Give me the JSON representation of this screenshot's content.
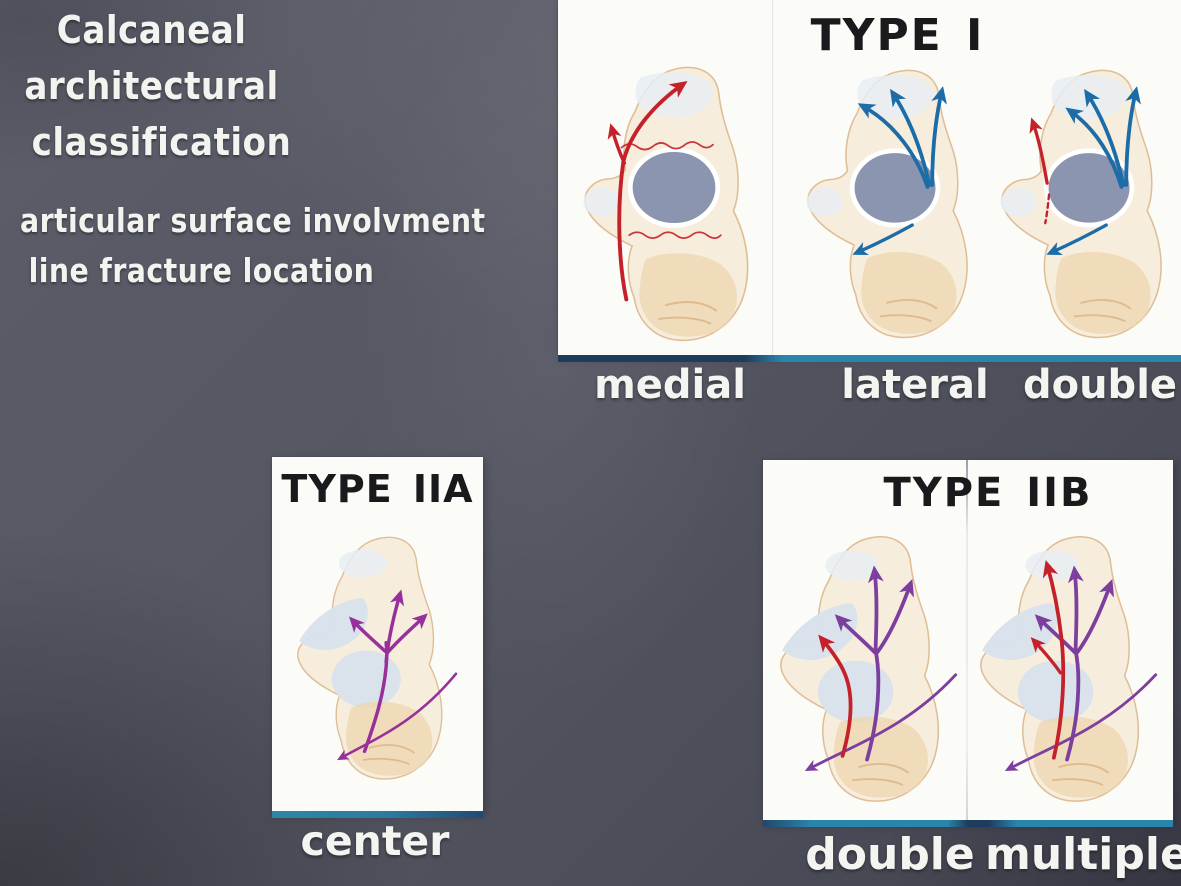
{
  "slide": {
    "heading": {
      "lines": [
        "Calcaneal",
        "architectural",
        "classification"
      ]
    },
    "subheading": {
      "lines": [
        "articular surface involvment",
        "line fracture location"
      ]
    }
  },
  "panels": {
    "type1": {
      "title": "TYPE I",
      "variants": [
        {
          "label": "medial",
          "fracture_lines": "red"
        },
        {
          "label": "lateral",
          "fracture_lines": "blue"
        },
        {
          "label": "double",
          "fracture_lines": "red+blue"
        }
      ]
    },
    "type2a": {
      "title": "TYPE IIA",
      "variants": [
        {
          "label": "center",
          "fracture_lines": "purple"
        }
      ]
    },
    "type2b": {
      "title": "TYPE IIB",
      "variants": [
        {
          "label": "double",
          "fracture_lines": "purple+red"
        },
        {
          "label": "multiple",
          "fracture_lines": "purple+red"
        }
      ]
    }
  },
  "colors": {
    "background": "#545662",
    "panel": "#fbfbf8",
    "panel_baseline_teal": "#2a85ad",
    "panel_baseline_navy": "#1e3c5e",
    "chalk_text": "#f3f4f0",
    "panel_title_text": "#1a1a1d",
    "fracture_red": "#c5212b",
    "fracture_blue": "#1c6ca8",
    "fracture_purple_iia": "#97309b",
    "fracture_purple_iib": "#7c3f9e",
    "posterior_facet_ellipse": "#8b95af",
    "bone_fill": "#f6eddc"
  }
}
